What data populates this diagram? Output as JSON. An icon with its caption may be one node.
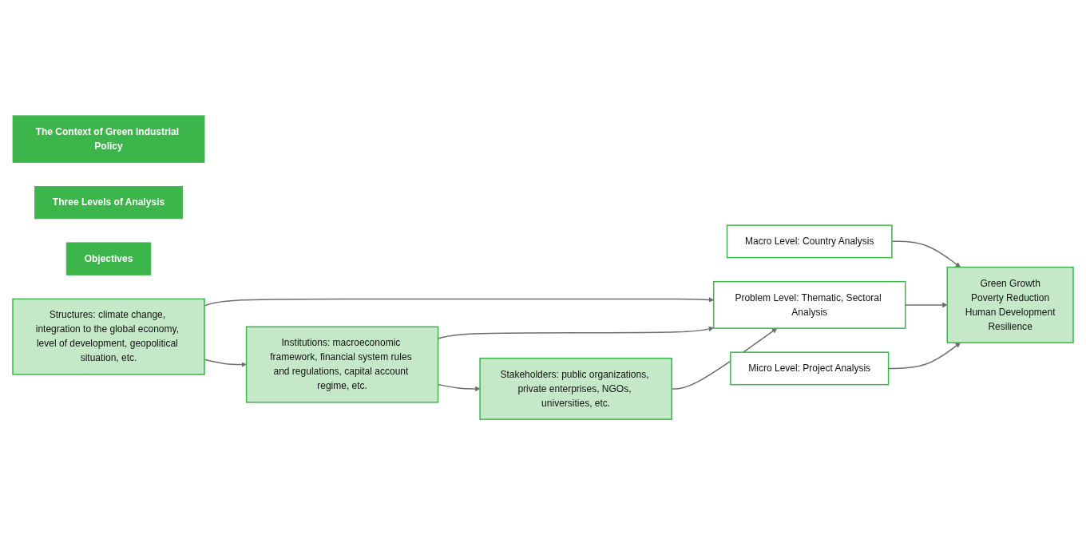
{
  "diagram": {
    "nodes": [
      {
        "text": [
          "The Context of Green Industrial Policy"
        ]
      },
      {
        "text": [
          "Three Levels of Analysis"
        ]
      },
      {
        "text": [
          "Objectives"
        ]
      },
      {
        "text": [
          "Structures: climate change, integration to the global economy, level of development, geopolitical situation, etc."
        ]
      },
      {
        "text": [
          "Institutions: macroeconomic framework, financial system rules and regulations, capital account regime, etc."
        ]
      },
      {
        "text": [
          "Stakeholders: public organizations, private enterprises, NGOs, universities, etc."
        ]
      },
      {
        "text": [
          "Macro Level: Country Analysis"
        ]
      },
      {
        "text": [
          "Problem Level: Thematic, Sectoral Analysis"
        ]
      },
      {
        "text": [
          "Micro Level: Project Analysis"
        ]
      },
      {
        "text": [
          "Green Growth",
          "Poverty Reduction",
          "Human Development",
          "Resilience"
        ]
      }
    ],
    "edges": [
      {
        "from": 3,
        "to": 4,
        "arrow": "to"
      },
      {
        "from": 4,
        "to": 5,
        "arrow": "to"
      },
      {
        "from": 3,
        "to": 7,
        "arrow": "to"
      },
      {
        "from": 4,
        "to": 7,
        "arrow": "to"
      },
      {
        "from": 5,
        "to": 7,
        "arrow": "to"
      },
      {
        "from": 6,
        "to": 9,
        "arrow": "to"
      },
      {
        "from": 7,
        "to": 9,
        "arrow": "to"
      },
      {
        "from": 8,
        "to": 9,
        "arrow": "to"
      }
    ]
  }
}
